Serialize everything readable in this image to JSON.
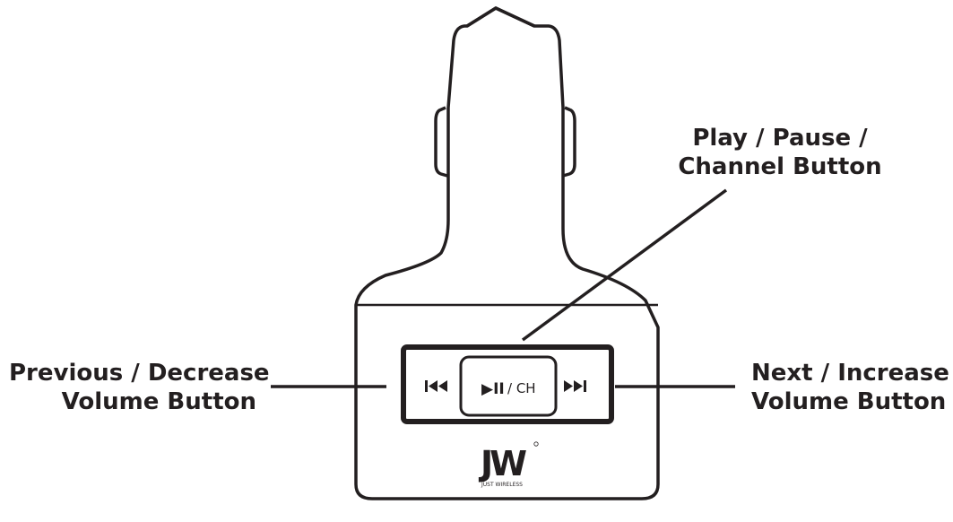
{
  "labels": {
    "play_pause": {
      "line1": "Play / Pause /",
      "line2": "Channel Button"
    },
    "previous": {
      "line1": "Previous / Decrease",
      "line2": "Volume Button"
    },
    "next": {
      "line1": "Next / Increase",
      "line2": "Volume Button"
    }
  },
  "buttons": {
    "previous_glyph": "⏮",
    "play_glyph": "▶II",
    "channel_text": "/ CH",
    "next_glyph": "⏭"
  },
  "logo": {
    "mark": "JW",
    "text": "JUST WIRELESS"
  },
  "colors": {
    "ink": "#231f20",
    "background": "#ffffff"
  }
}
